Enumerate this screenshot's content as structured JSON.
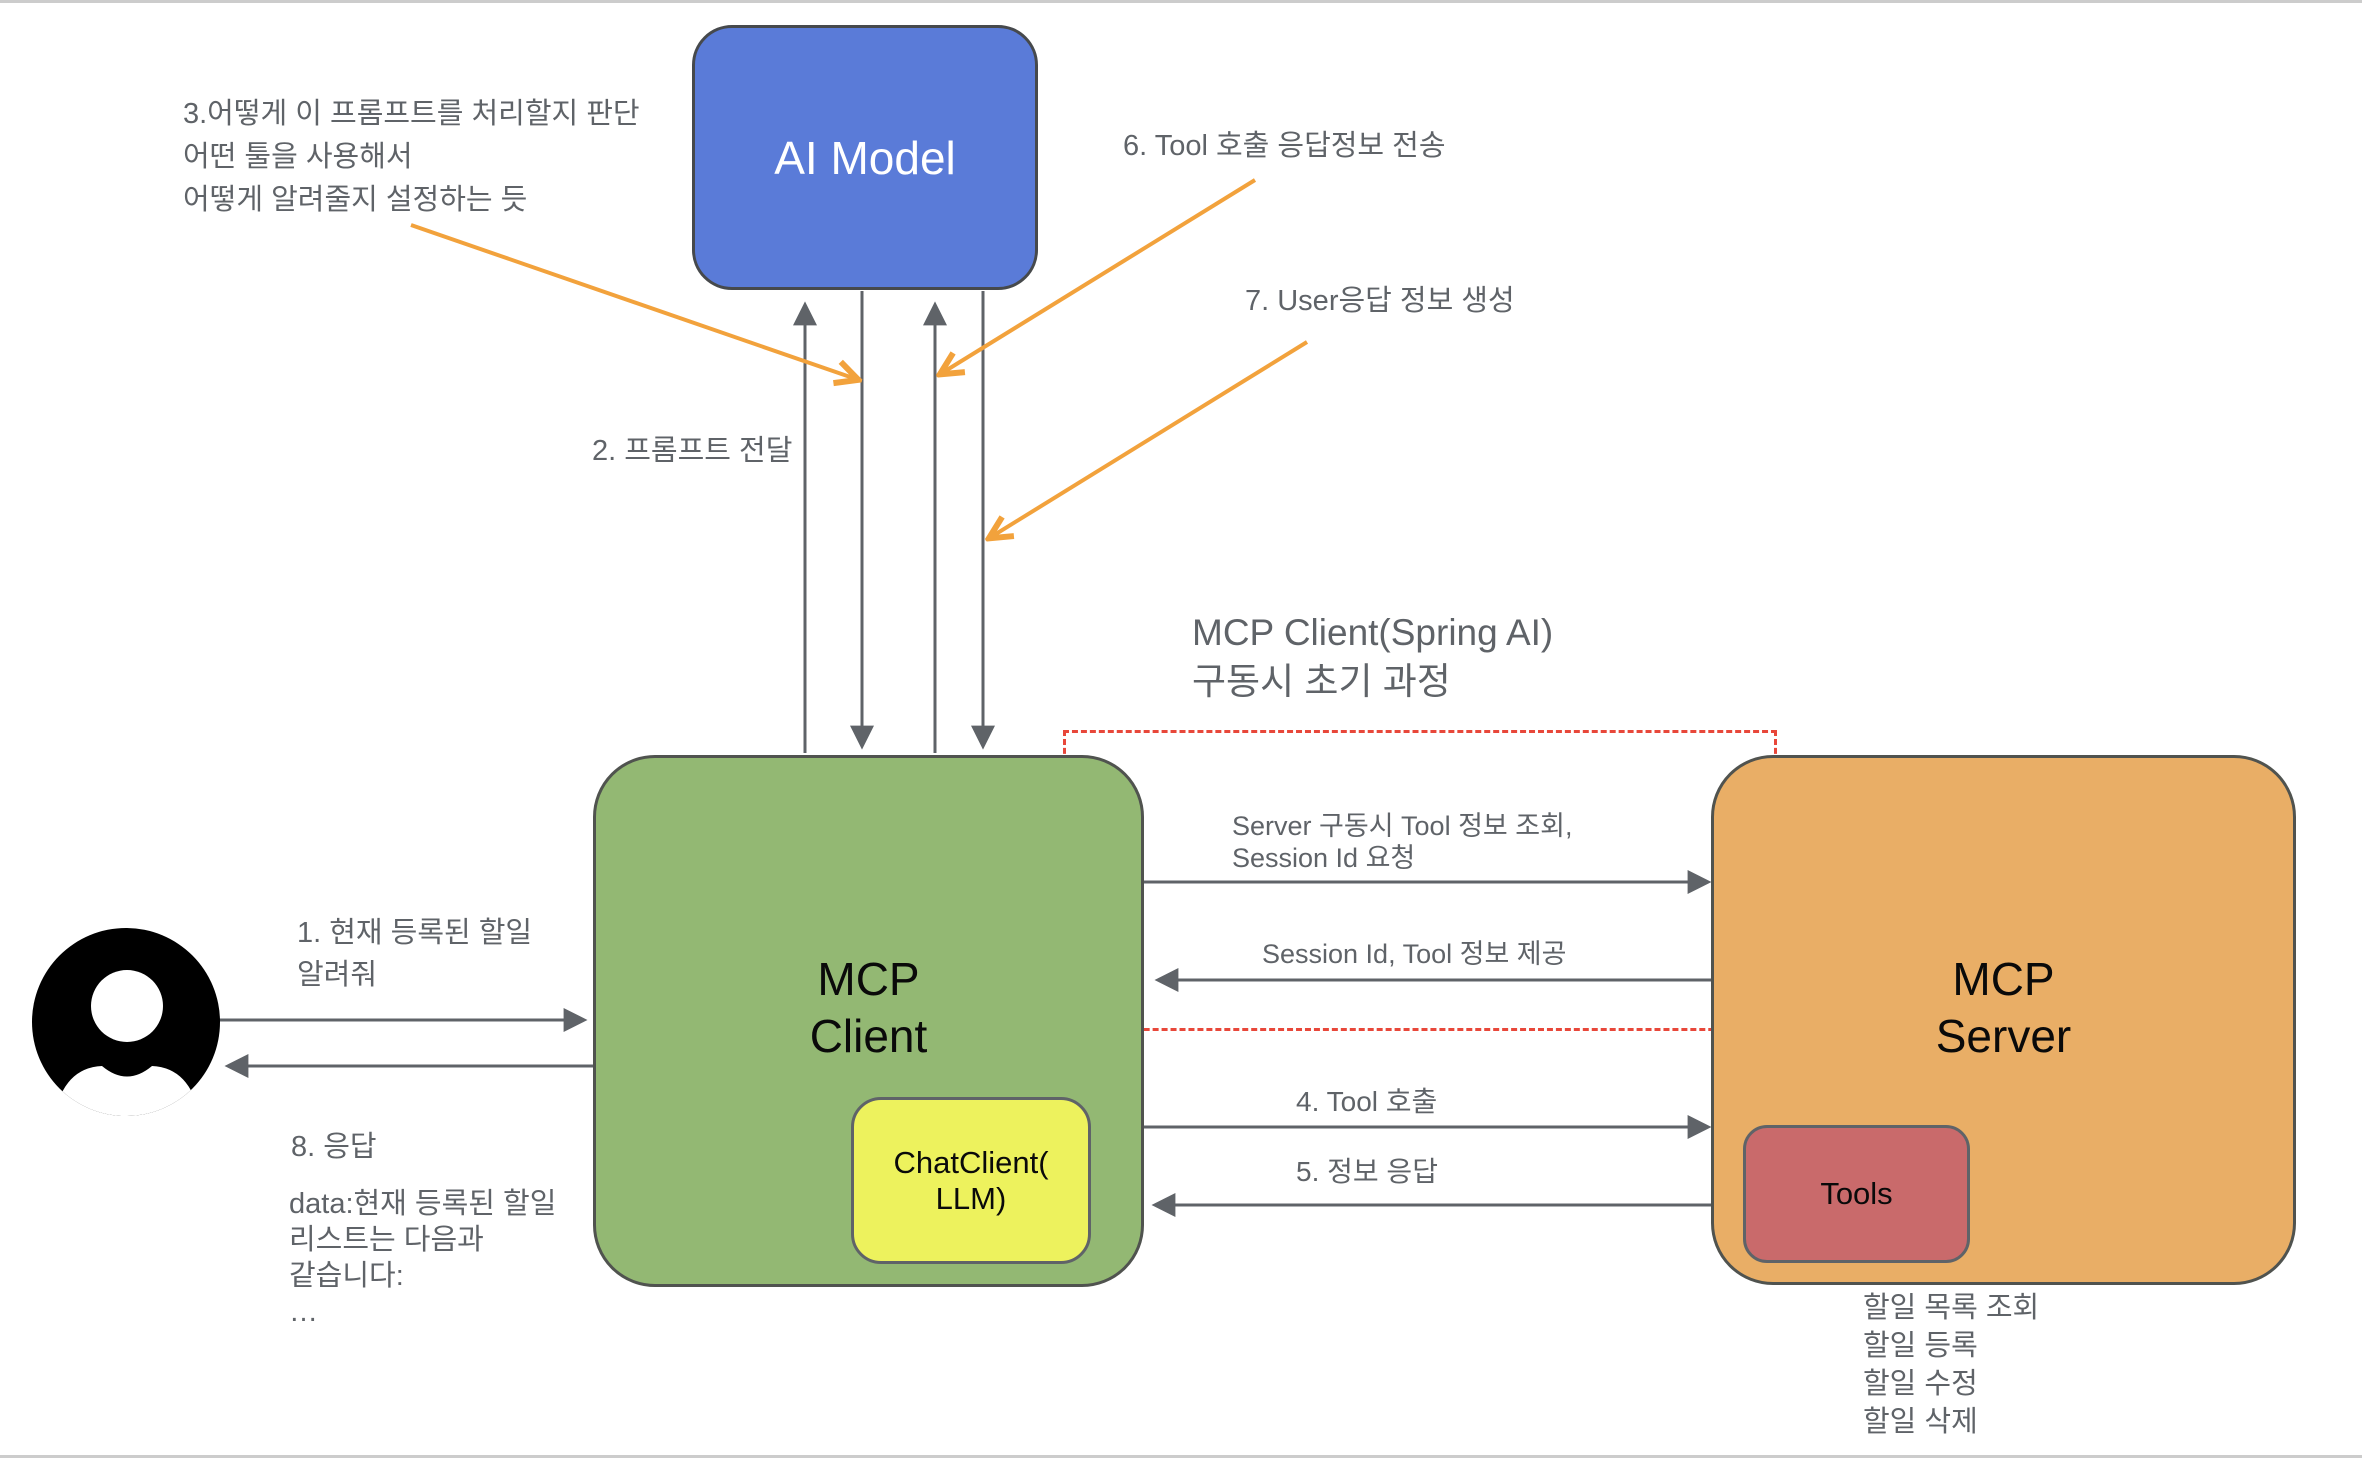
{
  "colors": {
    "ai_model_fill": "#5A7BD8",
    "mcp_client_fill": "#93B873",
    "mcp_server_fill": "#E9AE66",
    "chat_client_fill": "#EDF25D",
    "tools_fill": "#C96A6B",
    "node_border": "#46494C",
    "gray_arrow": "#5F6368",
    "orange_arrow": "#F2A23C",
    "dashed_red": "#E8473A",
    "annotation_text": "#5F6368",
    "page_edge": "#CCCCCC"
  },
  "nodes": {
    "ai_model": {
      "label": "AI Model"
    },
    "mcp_client": {
      "label": "MCP\nClient"
    },
    "chat_client": {
      "label": "ChatClient(\nLLM)"
    },
    "mcp_server": {
      "label": "MCP\nServer"
    },
    "tools": {
      "label": "Tools"
    }
  },
  "annotations": {
    "note_3": "3.어떻게 이 프롬프트를 처리할지 판단\n어떤 툴을 사용해서\n어떻게 알려줄지 설정하는 듯",
    "step_2": "2. 프롬프트 전달",
    "step_6": "6. Tool 호출 응답정보 전송",
    "step_7": "7. User응답 정보 생성",
    "init_title": "MCP Client(Spring AI)\n구동시 초기 과정",
    "init_request": "Server 구동시 Tool 정보 조회,\nSession Id 요청",
    "init_response": "Session Id, Tool 정보 제공",
    "step_4": "4. Tool 호출",
    "step_5": "5. 정보 응답",
    "step_1": "1. 현재 등록된 할일\n알려줘",
    "step_8": "8. 응답",
    "response_data": "data:현재 등록된 할일\n리스트는 다음과\n같습니다:\n…",
    "tool_capabilities": "할일 목록 조회\n할일 등록\n할일 수정\n할일 삭제"
  }
}
